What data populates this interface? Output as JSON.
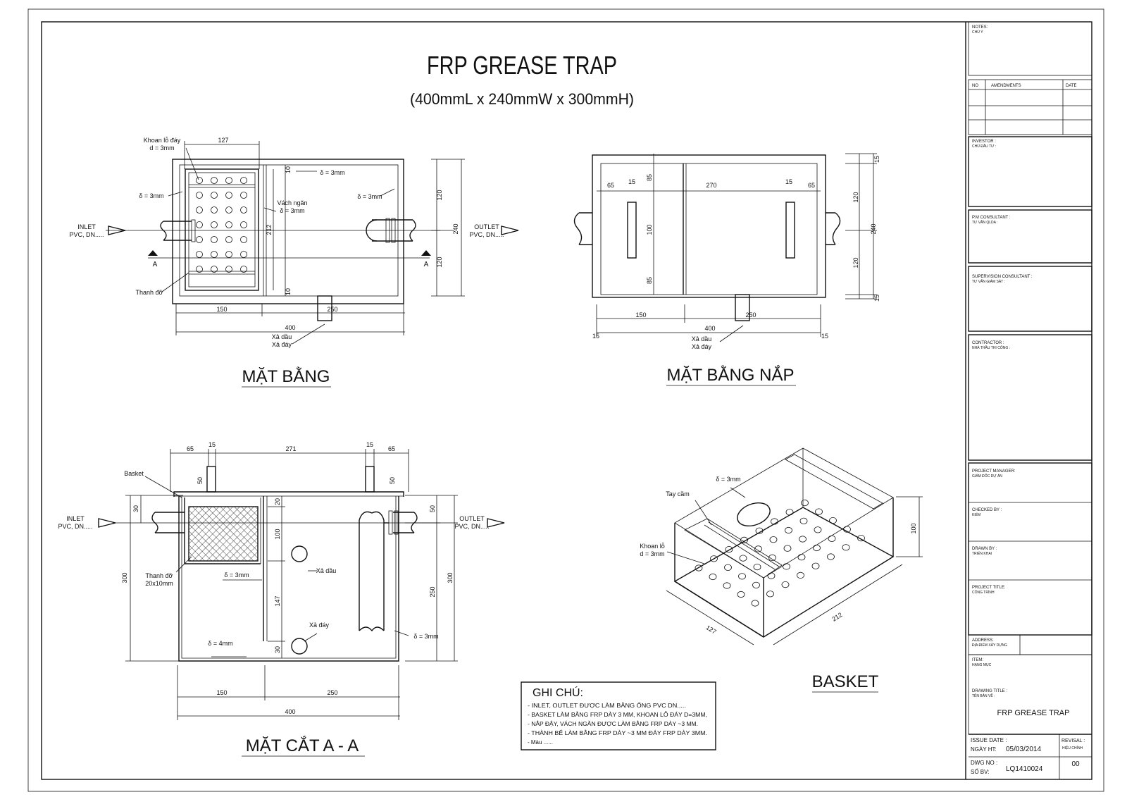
{
  "title": "FRP GREASE TRAP",
  "subtitle": "(400mmL x 240mmW x 300mmH)",
  "views": {
    "plan": {
      "title": "MẶT BẰNG",
      "drill_label_1": "Khoan lỗ đáy",
      "drill_label_2": "d = 3mm",
      "dim_127": "127",
      "delta_1": "δ = 3mm",
      "delta_2": "δ = 3mm",
      "delta_3": "δ = 3mm",
      "partition_1": "Vách ngăn",
      "partition_2": "δ = 3mm",
      "inlet_1": "INLET",
      "inlet_2": "PVC, DN.....",
      "outlet_1": "OUTLET",
      "outlet_2": "PVC, DN.....",
      "section_a": "A",
      "support": "Thanh đỡ",
      "dim_10a": "10",
      "dim_10b": "10",
      "dim_212": "212",
      "dim_120a": "120",
      "dim_120b": "120",
      "dim_240": "240",
      "dim_150": "150",
      "dim_250": "250",
      "dim_400": "400",
      "drain_oil": "Xả dầu",
      "drain_bottom": "Xả đáy"
    },
    "lid": {
      "title": "MẶT BẰNG NẮP",
      "dim_65a": "65",
      "dim_15a": "15",
      "dim_270": "270",
      "dim_15b": "15",
      "dim_65b": "65",
      "dim_85a": "85",
      "dim_100": "100",
      "dim_85b": "85",
      "dim_15c": "15",
      "dim_120a": "120",
      "dim_240": "240",
      "dim_120b": "120",
      "dim_15d": "15",
      "dim_150": "150",
      "dim_250": "250",
      "dim_400": "400",
      "dim_15e": "15",
      "dim_15f": "15",
      "drain_oil": "Xả dầu",
      "drain_bottom": "Xả đáy"
    },
    "section": {
      "title": "MẶT CẮT A - A",
      "dim_65a": "65",
      "dim_15a": "15",
      "dim_271": "271",
      "dim_15b": "15",
      "dim_65b": "65",
      "dim_50a": "50",
      "dim_50b": "50",
      "dim_50c": "50",
      "basket": "Basket",
      "inlet_1": "INLET",
      "inlet_2": "PVC, DN.....",
      "outlet_1": "OUTLET",
      "outlet_2": "PVC, DN.....",
      "dim_30a": "30",
      "dim_20": "20",
      "dim_100": "100",
      "dim_300a": "300",
      "dim_300b": "300",
      "dim_250v": "250",
      "dim_147": "147",
      "dim_30b": "30",
      "support_1": "Thanh đỡ",
      "support_2": "20x10mm",
      "delta_3": "δ = 3mm",
      "delta_4": "δ = 4mm",
      "delta_3b": "δ = 3mm",
      "drain_oil": "Xả dầu",
      "drain_bottom": "Xả đáy",
      "dim_150": "150",
      "dim_250": "250",
      "dim_400": "400"
    },
    "basket": {
      "title": "BASKET",
      "delta": "δ = 3mm",
      "handle": "Tay cầm",
      "drill_1": "Khoan lỗ",
      "drill_2": "d = 3mm",
      "dim_100": "100",
      "dim_127": "127",
      "dim_212": "212"
    }
  },
  "notes": {
    "heading": "GHI CHÚ:",
    "lines": [
      "- INLET, OUTLET ĐƯỢC LÀM BẰNG ỐNG PVC DN.....",
      "- BASKET LÀM BẰNG FRP DÀY 3 MM, KHOAN LỖ ĐÁY D=3MM,",
      "- NẮP ĐẬY, VÁCH NGĂN ĐƯỢC LÀM BẰNG FRP DÀY ~3 MM.",
      "- THÀNH BỂ LÀM BẰNG FRP DÀY ~3 MM ĐÁY FRP DÀY 3MM.",
      "- Màu ......"
    ]
  },
  "title_block": {
    "notes_label": "NOTES:",
    "notes_sub": "CHÚ Ý",
    "no": "NO",
    "amendments": "AMENDMENTS",
    "date": "DATE",
    "investor": "INVESTOR :",
    "investor_sub": "CHỦ ĐẦU TƯ :",
    "pm_consultant": "P.M CONSULTANT :",
    "pm_sub": "TƯ VẤN QLDA :",
    "supervision": "SUPERVISION CONSULTANT :",
    "supervision_sub": "TƯ VẤN GIÁM SÁT :",
    "contractor": "CONTRACTOR :",
    "contractor_sub": "NHÀ THẦU THI CÔNG :",
    "project_manager": "PROJECT MANAGER:",
    "project_manager_sub": "GIÁM ĐỐC DỰ ÁN",
    "checked_by": "CHECKED BY :",
    "checked_sub": "KIỂM",
    "drawn_by": "DRAWN BY :",
    "drawn_sub": "TRIỂN KHAI",
    "project_title": "PROJECT TITLE:",
    "project_title_sub": "CÔNG TRÌNH",
    "address": "ADDRESS:",
    "address_sub": "ĐỊA ĐIỂM XÂY DỰNG",
    "item": "ITEM:",
    "item_sub": "HẠNG MỤC",
    "drawing_title": "DRAWING TITLE :",
    "drawing_title_sub": "TÊN BẢN VẼ :",
    "drawing_title_value": "FRP GREASE TRAP",
    "issue_date": "ISSUE DATE :",
    "issue_date_sub": "NGÀY HT:",
    "issue_date_value": "05/03/2014",
    "revision": "REVISAL :",
    "revision_sub": "HIỆU CHỈNH",
    "revision_value": "00",
    "dwg_no": "DWG NO :",
    "dwg_no_sub": "SỐ BV:",
    "dwg_no_value": "LQ1410024"
  }
}
